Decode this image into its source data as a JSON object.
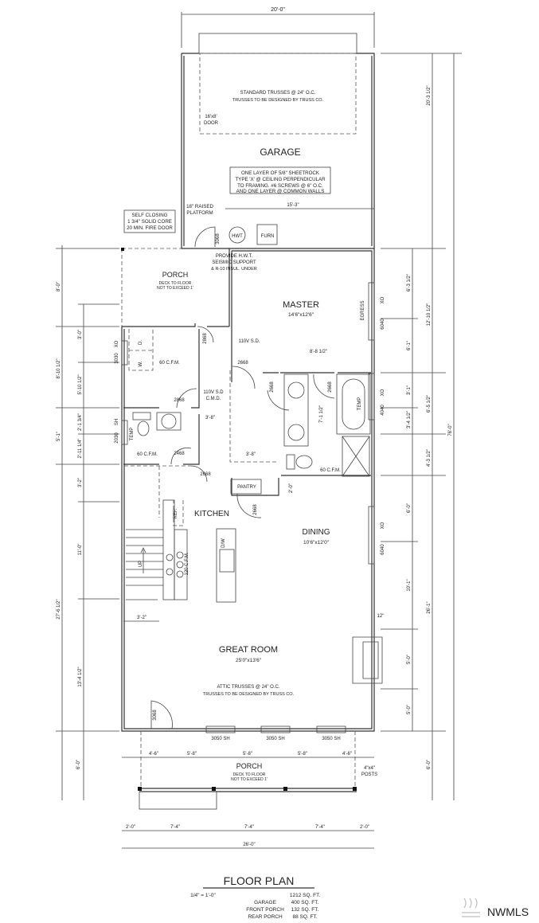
{
  "title": {
    "heading": "FLOOR PLAN",
    "scale": "1/4\" = 1'-0\"",
    "main_area": "1212 SQ. FT.",
    "garage_label": "GARAGE",
    "garage_area": "400 SQ. FT.",
    "front_porch_label": "FRONT PORCH",
    "front_porch_area": "132 SQ. FT.",
    "rear_porch_label": "REAR PORCH",
    "rear_porch_area": "88 SQ. FT."
  },
  "watermark": "NWMLS",
  "garage": {
    "name": "GARAGE",
    "truss_note": "STANDARD TRUSSES @ 24\" O.C.",
    "truss_note2": "TRUSSES TO BE DESIGNED BY TRUSS CO.",
    "door_size": "16'x8'",
    "door_label": "DOOR",
    "sheetrock_1": "ONE LAYER OF 5/8\" SHEETROCK",
    "sheetrock_2": "TYPE 'X' @ CEILING PERPENDICULAR",
    "sheetrock_3": "TO FRAMING. #6 SCREWS @ 6\" O.C.",
    "sheetrock_4": "AND ONE LAYER @ COMMON WALLS",
    "platform_1": "18\" RAISED",
    "platform_2": "PLATFORM",
    "dim_width": "15'-3\"",
    "hwt": "HWT",
    "furn": "FURN",
    "fire_door_1": "SELF CLOSING",
    "fire_door_2": "1 3/4\" SOLID CORE",
    "fire_door_3": "20 MIN. FIRE DOOR",
    "door_3068": "3068"
  },
  "rear_porch": {
    "name": "PORCH",
    "note1": "DECK TO FLOOR",
    "note2": "NOT TO EXCEED 1'"
  },
  "master": {
    "name": "MASTER",
    "size": "14'6\"x12'6\"",
    "hwt_1": "PROVIDE H.W.T.",
    "hwt_2": "SEISMIC SUPPORT",
    "hwt_3": "& R-10 INSUL. UNDER",
    "egress": "EGRESS",
    "window": "6040",
    "window_type": "XO",
    "smoke": "110V S.D.",
    "dim": "8'-8 1/2\""
  },
  "interior": {
    "laundry_d": "D.",
    "laundry_w": "W.",
    "fan1": "60 C.F.M.",
    "fan2": "60 C.F.M.",
    "fan3": "60 C.F.M.",
    "win_3030": "3030",
    "win_3030_type": "XO",
    "door_2868a": "2868",
    "door_2668a": "2668",
    "door_2668b": "2668",
    "door_2668c": "2668",
    "door_2868b": "2868",
    "door_2468": "2468",
    "door_2668d": "2668",
    "door_2668e": "2668",
    "smoke_cmd_1": "110V S.D",
    "smoke_cmd_2": "C.M.D.",
    "hall_dim": "3'-8\"",
    "closet_dim": "3'-8\"",
    "bath_dim": "7'-1 1/2\"",
    "tub_temp": "TEMP",
    "win_4040": "4040",
    "win_4040_type": "XO",
    "win_2030": "2030",
    "win_2030_type": "SH",
    "bath_temp": "TEMP",
    "pantry": "PANTRY",
    "pantry_dim": "2'-0\""
  },
  "kitchen": {
    "name": "KITCHEN",
    "ref": "REF.",
    "dw": "D/W",
    "up": "UP",
    "hood": "120 C.F.M.",
    "stair_dim": "3'-2\""
  },
  "dining": {
    "name": "DINING",
    "size": "10'6\"x12'0\"",
    "window": "6040",
    "window_type": "XO",
    "fp_dim": "12\""
  },
  "great_room": {
    "name": "GREAT ROOM",
    "size": "25'0\"x13'6\"",
    "truss_note": "ATTIC TRUSSES @ 24\" O.C.",
    "truss_note2": "TRUSSES TO BE DESIGNED BY TRUSS CO.",
    "entry_door": "3068",
    "windows": [
      "3050  SH",
      "3050  SH",
      "3050  SH"
    ]
  },
  "front_porch": {
    "name": "PORCH",
    "note1": "DECK TO FLOOR",
    "note2": "NOT TO EXCEED 1'",
    "posts_1": "4\"x4\"",
    "posts_2": "POSTS",
    "spacing": [
      "4'-6\"",
      "5'-8\"",
      "5'-8\"",
      "5'-8\"",
      "4'-6\""
    ]
  },
  "dimensions": {
    "top": "20'-0\"",
    "bottom_segments": [
      "2'-0\"",
      "7'-4\"",
      "7'-4\"",
      "7'-4\"",
      "2'-0\""
    ],
    "bottom_total": "26'-0\"",
    "left_outer": [
      "8'-0\"",
      "8'-10 1/2\"",
      "5'-1\"",
      "27'-6 1/2\"",
      "6'-0\""
    ],
    "left_inner": [
      "3'-0\"",
      "5'-10 1/2\"",
      "2'-1 3/4\"",
      "2'-11 1/4\"",
      "3'-2\"",
      "11'-0\"",
      "13'-4 1/2\""
    ],
    "right_inner": [
      "6'-3 1/2\"",
      "6'-1\"",
      "3'-1\"",
      "3'-4 1/2\"",
      "6'-0\"",
      "10'-1\"",
      "5'-0\"",
      "5'-0\""
    ],
    "right_mid": [
      "20'-3 1/2\"",
      "12'-10 1/2\"",
      "6'-5 1/2\"",
      "4'-3 1/2\"",
      "26'-1\"",
      "6'-0\""
    ],
    "right_total": "76'-0\""
  }
}
